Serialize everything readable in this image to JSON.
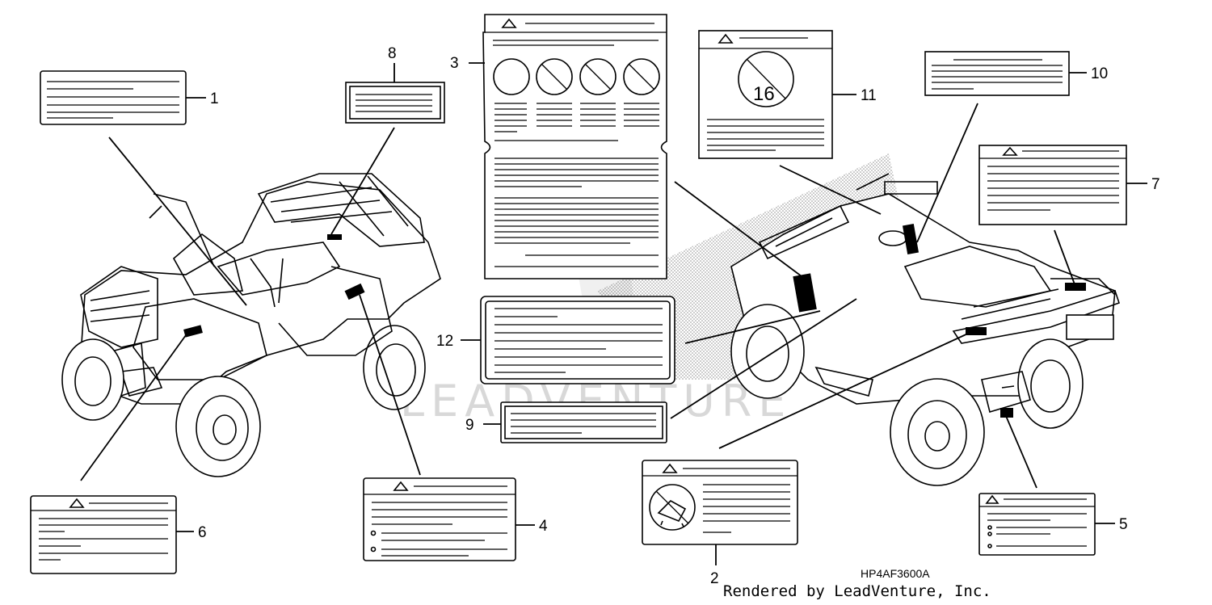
{
  "callouts": {
    "c1": "1",
    "c2": "2",
    "c3": "3",
    "c4": "4",
    "c5": "5",
    "c6": "6",
    "c7": "7",
    "c8": "8",
    "c9": "9",
    "c10": "10",
    "c11": "11",
    "c12": "12"
  },
  "label11_age": "16",
  "part_code": "HP4AF3600A",
  "credit": "Rendered by LeadVenture, Inc.",
  "watermark": "LEADVENTURE"
}
